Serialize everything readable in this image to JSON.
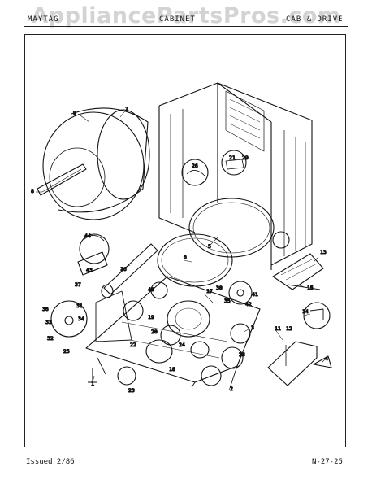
{
  "watermark": "AppliancePartsPros.com",
  "header": {
    "left": "MAYTAG",
    "center": "CABINET",
    "right": "CAB & DRIVE"
  },
  "footer": {
    "issued": "Issued 2/86",
    "code": "N-27-25"
  },
  "callouts": [
    {
      "id": "c1",
      "label": "1"
    },
    {
      "id": "c2",
      "label": "2"
    },
    {
      "id": "c3",
      "label": "3"
    },
    {
      "id": "c4",
      "label": "4"
    },
    {
      "id": "c5",
      "label": "5"
    },
    {
      "id": "c6",
      "label": "6"
    },
    {
      "id": "c7",
      "label": "7"
    },
    {
      "id": "c8",
      "label": "8"
    },
    {
      "id": "c9",
      "label": "9"
    },
    {
      "id": "c11",
      "label": "11"
    },
    {
      "id": "c12",
      "label": "12"
    },
    {
      "id": "c13",
      "label": "13"
    },
    {
      "id": "c14",
      "label": "14"
    },
    {
      "id": "c15",
      "label": "15"
    },
    {
      "id": "c16",
      "label": "16"
    },
    {
      "id": "c17",
      "label": "17"
    },
    {
      "id": "c18",
      "label": "18"
    },
    {
      "id": "c19",
      "label": "19"
    },
    {
      "id": "c20",
      "label": "20"
    },
    {
      "id": "c21",
      "label": "21"
    },
    {
      "id": "c22",
      "label": "22"
    },
    {
      "id": "c23",
      "label": "23"
    },
    {
      "id": "c24",
      "label": "24"
    },
    {
      "id": "c25",
      "label": "25"
    },
    {
      "id": "c26",
      "label": "26"
    },
    {
      "id": "c28",
      "label": "28"
    },
    {
      "id": "c29",
      "label": "29"
    },
    {
      "id": "c30",
      "label": "30"
    },
    {
      "id": "c31",
      "label": "31"
    },
    {
      "id": "c32",
      "label": "32"
    },
    {
      "id": "c33",
      "label": "33"
    },
    {
      "id": "c34",
      "label": "34"
    },
    {
      "id": "c35",
      "label": "35"
    },
    {
      "id": "c36",
      "label": "36"
    },
    {
      "id": "c37",
      "label": "37"
    },
    {
      "id": "c40",
      "label": "40"
    },
    {
      "id": "c41",
      "label": "41"
    },
    {
      "id": "c42",
      "label": "42"
    },
    {
      "id": "c43",
      "label": "43"
    },
    {
      "id": "c44",
      "label": "44"
    }
  ]
}
